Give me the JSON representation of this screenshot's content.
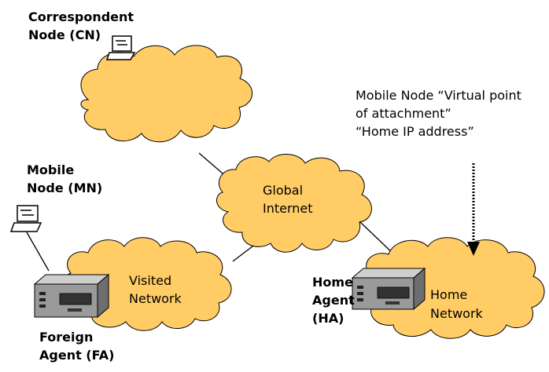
{
  "labels": {
    "cn_line1": "Correspondent",
    "cn_line2": "Node (CN)",
    "mn_line1": "Mobile",
    "mn_line2": "Node (MN)",
    "fa_line1": "Foreign",
    "fa_line2": "Agent (FA)",
    "ha_line1": "Home",
    "ha_line2": "Agent",
    "ha_line3": "(HA)",
    "internet_line1": "Global",
    "internet_line2": "Internet",
    "visited_line1": "Visited",
    "visited_line2": "Network",
    "home_line1": "Home",
    "home_line2": "Network",
    "note_line1": "Mobile Node “Virtual point",
    "note_line2": "of attachment”",
    "note_line3": "“Home IP address”"
  },
  "colors": {
    "cloud_fill": "#ffcc66",
    "cloud_stroke": "#000000",
    "device_gray": "#808080"
  }
}
